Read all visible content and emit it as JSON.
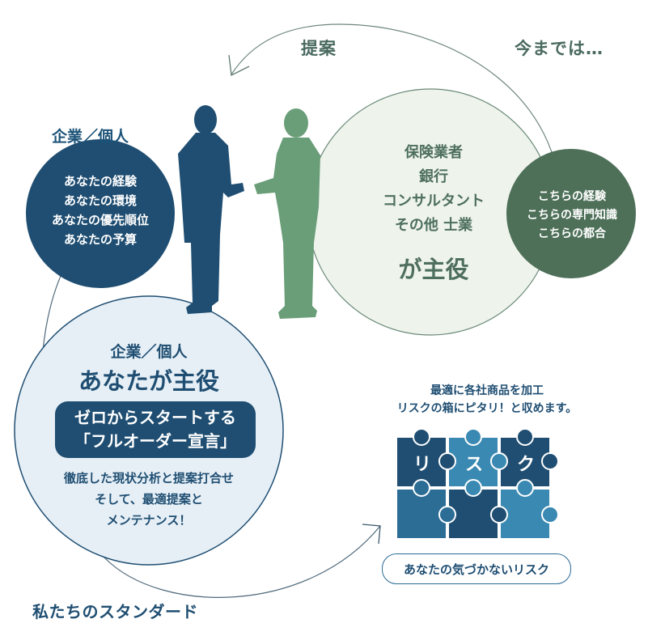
{
  "top_labels": {
    "proposal": "提案",
    "until_now": "今までは…"
  },
  "client": {
    "label": "企業／個人",
    "items": [
      "あなたの経験",
      "あなたの環境",
      "あなたの優先順位",
      "あなたの予算"
    ]
  },
  "providers": {
    "list": [
      "保険業者",
      "銀行",
      "コンサルタント",
      "その他 士業"
    ],
    "lead": "が主役"
  },
  "provider_side": {
    "items": [
      "こちらの経験",
      "こちらの専門知識",
      "こちらの都合"
    ]
  },
  "main": {
    "label": "企業／個人",
    "lead": "あなたが主役",
    "declaration": [
      "ゼロからスタートする",
      "「フルオーダー宣言」"
    ],
    "lines": [
      "徹底した現状分析と提案打合せ",
      "そして、最適提案と",
      "メンテナンス！"
    ]
  },
  "risk": {
    "caption": [
      "最適に各社商品を加工",
      "リスクの箱にピタリ！と収めます。"
    ],
    "puzzle_letters": [
      "リ",
      "ス",
      "ク"
    ],
    "pill": "あなたの気づかないリスク"
  },
  "footer": {
    "standard": "私たちのスタンダード"
  },
  "colors": {
    "navy": "#1f4e72",
    "dark_green": "#4e7059",
    "light_green_circle": "#eef3ec",
    "figure_green": "#6a9e78",
    "light_blue_circle": "#e6eff6",
    "puzzle_dark": "#1f4e72",
    "puzzle_mid": "#2c6d96",
    "puzzle_light": "#3a89b2"
  }
}
